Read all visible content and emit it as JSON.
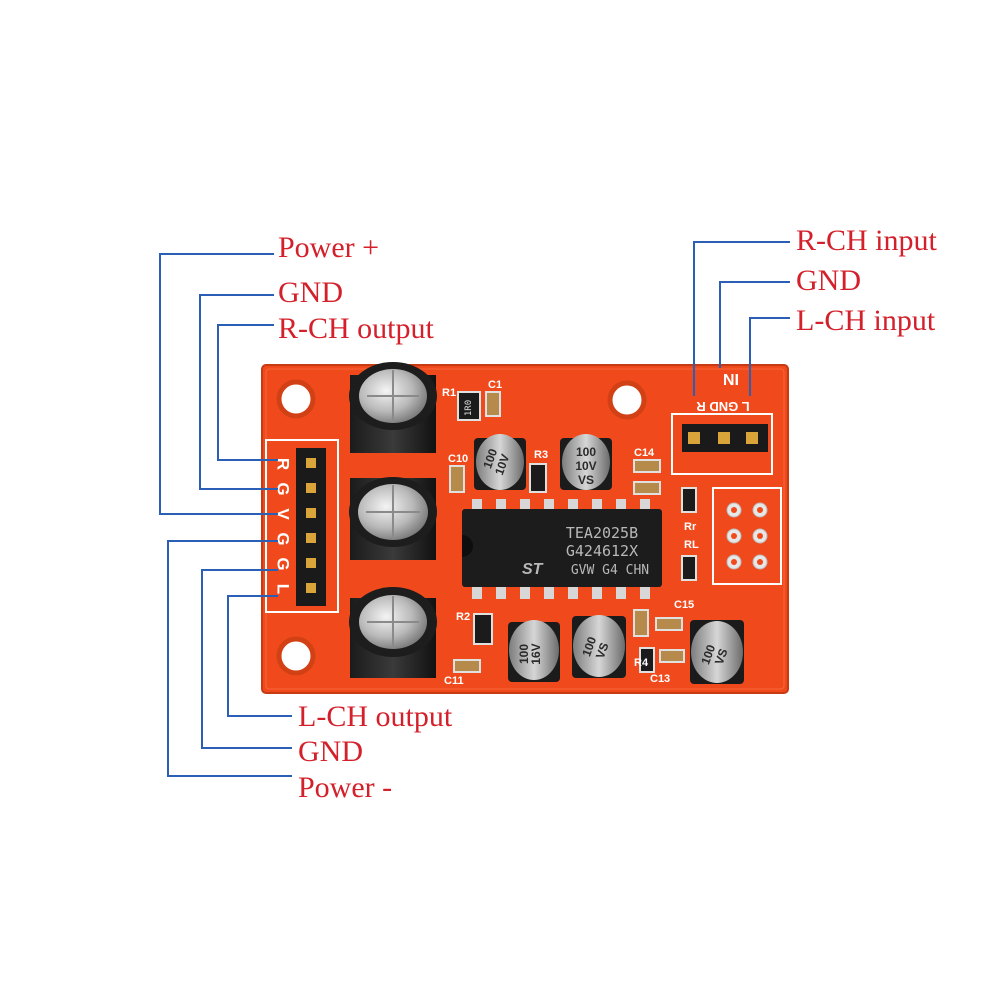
{
  "callouts": {
    "power_plus": "Power +",
    "gnd_top": "GND",
    "rch_output": "R-CH output",
    "lch_output": "L-CH output",
    "gnd_bottom": "GND",
    "power_minus": "Power -",
    "rch_input": "R-CH input",
    "gnd_input": "GND",
    "lch_input": "L-CH input"
  },
  "board": {
    "output_header_labels": [
      "R",
      "G",
      "V",
      "G",
      "G",
      "L"
    ],
    "input_header_title": "IN",
    "input_header_labels": "L GND R",
    "chip": {
      "line1": "TEA2025B",
      "line2": "G424612X",
      "line3": "GVW G4 CHN"
    },
    "cap_markings": [
      "100",
      "10V",
      "VS"
    ],
    "cap_markings_small": [
      "100",
      "16V",
      "VS"
    ],
    "refdes": {
      "r1": "R1",
      "c1": "C1",
      "c10": "C10",
      "r3": "R3",
      "c14": "C14",
      "r2": "R2",
      "c15": "C15",
      "c11": "C11",
      "r4": "R4",
      "c13": "C13",
      "rr": "Rr",
      "rl": "RL"
    },
    "resistor_code": "1R0"
  },
  "colors": {
    "label_red": "#d3202a",
    "leader_blue": "#2b5fb5",
    "pcb_orange": "#f04a1c"
  }
}
